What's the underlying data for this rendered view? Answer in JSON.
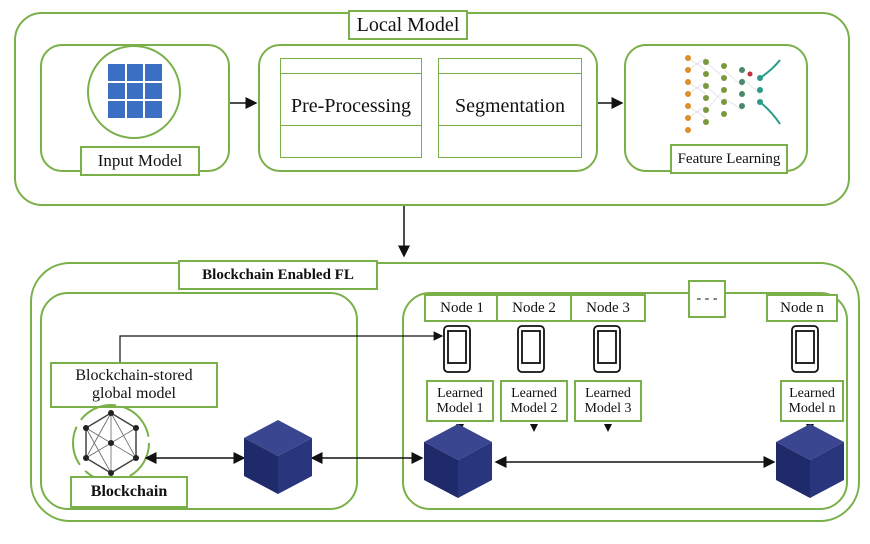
{
  "local_model": {
    "title": "Local Model",
    "input_label": "Input Model",
    "preprocessing_label": "Pre-Processing",
    "segmentation_label": "Segmentation",
    "feature_label": "Feature Learning"
  },
  "fl": {
    "title": "Blockchain Enabled FL",
    "global_model_label": "Blockchain-stored global model",
    "blockchain_label": "Blockchain",
    "ellipsis": "- - -",
    "nodes": [
      {
        "name": "Node 1",
        "model": "Learned Model 1"
      },
      {
        "name": "Node 2",
        "model": "Learned Model 2"
      },
      {
        "name": "Node 3",
        "model": "Learned Model 3"
      },
      {
        "name": "Node n",
        "model": "Learned Model n"
      }
    ]
  },
  "colors": {
    "border": "#7ab04a",
    "cube": "#1f2a6b",
    "grid": "#3b6fc4"
  }
}
